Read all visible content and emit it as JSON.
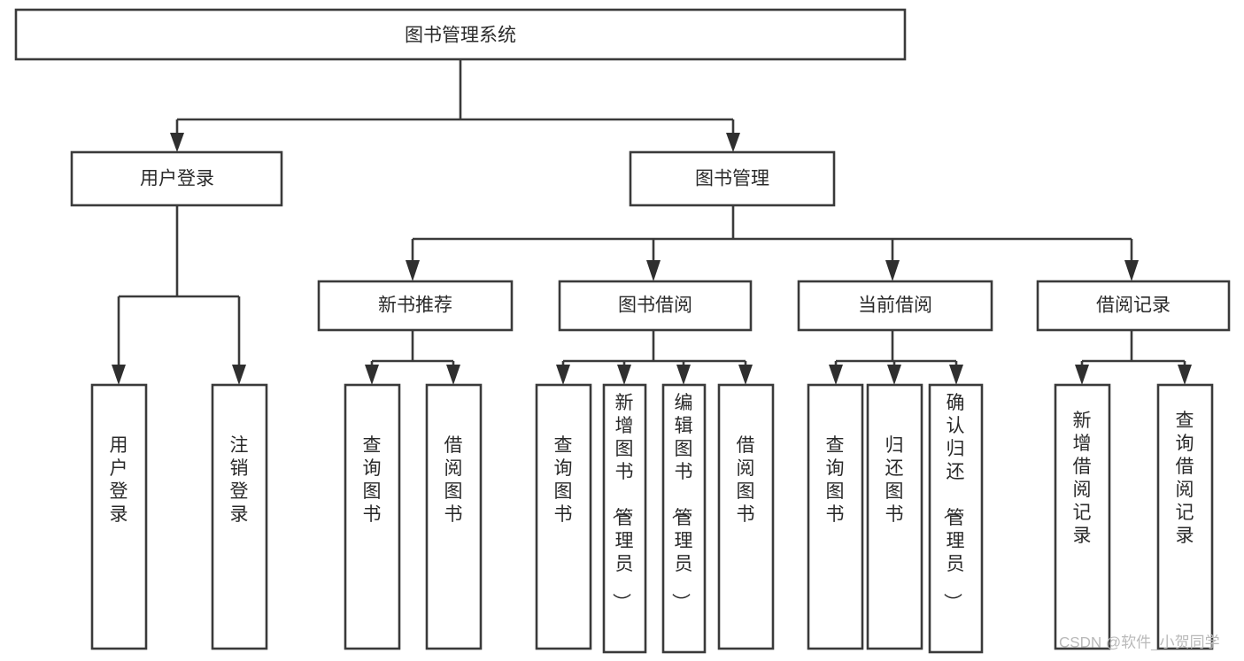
{
  "diagram": {
    "type": "tree-hierarchy-chart",
    "title": "图书管理系统",
    "orientation": "top-down",
    "colors": {
      "box_stroke": "#3a3a3a",
      "box_fill": "#ffffff",
      "connector": "#3a3a3a",
      "text": "#2a2a2a",
      "watermark": "#b9b9b9"
    },
    "levels": {
      "root": {
        "label": "图书管理系统"
      },
      "level2": [
        {
          "label": "用户登录"
        },
        {
          "label": "图书管理"
        }
      ],
      "level3": [
        {
          "label": "新书推荐"
        },
        {
          "label": "图书借阅"
        },
        {
          "label": "当前借阅"
        },
        {
          "label": "借阅记录"
        }
      ]
    },
    "leaves": {
      "user_login": [
        {
          "label": "用户登录"
        },
        {
          "label": "注销登录"
        }
      ],
      "new_book_recommend": [
        {
          "label": "查询图书"
        },
        {
          "label": "借阅图书"
        }
      ],
      "book_borrow": [
        {
          "label": "查询图书"
        },
        {
          "label": "新增图书（管理员）"
        },
        {
          "label": "编辑图书（管理员）"
        },
        {
          "label": "借阅图书"
        }
      ],
      "current_borrow": [
        {
          "label": "查询图书"
        },
        {
          "label": "归还图书"
        },
        {
          "label": "确认归还（管理员）"
        }
      ],
      "borrow_record": [
        {
          "label": "新增借阅记录"
        },
        {
          "label": "查询借阅记录"
        }
      ]
    },
    "watermark": "CSDN @软件_小贺同学"
  }
}
